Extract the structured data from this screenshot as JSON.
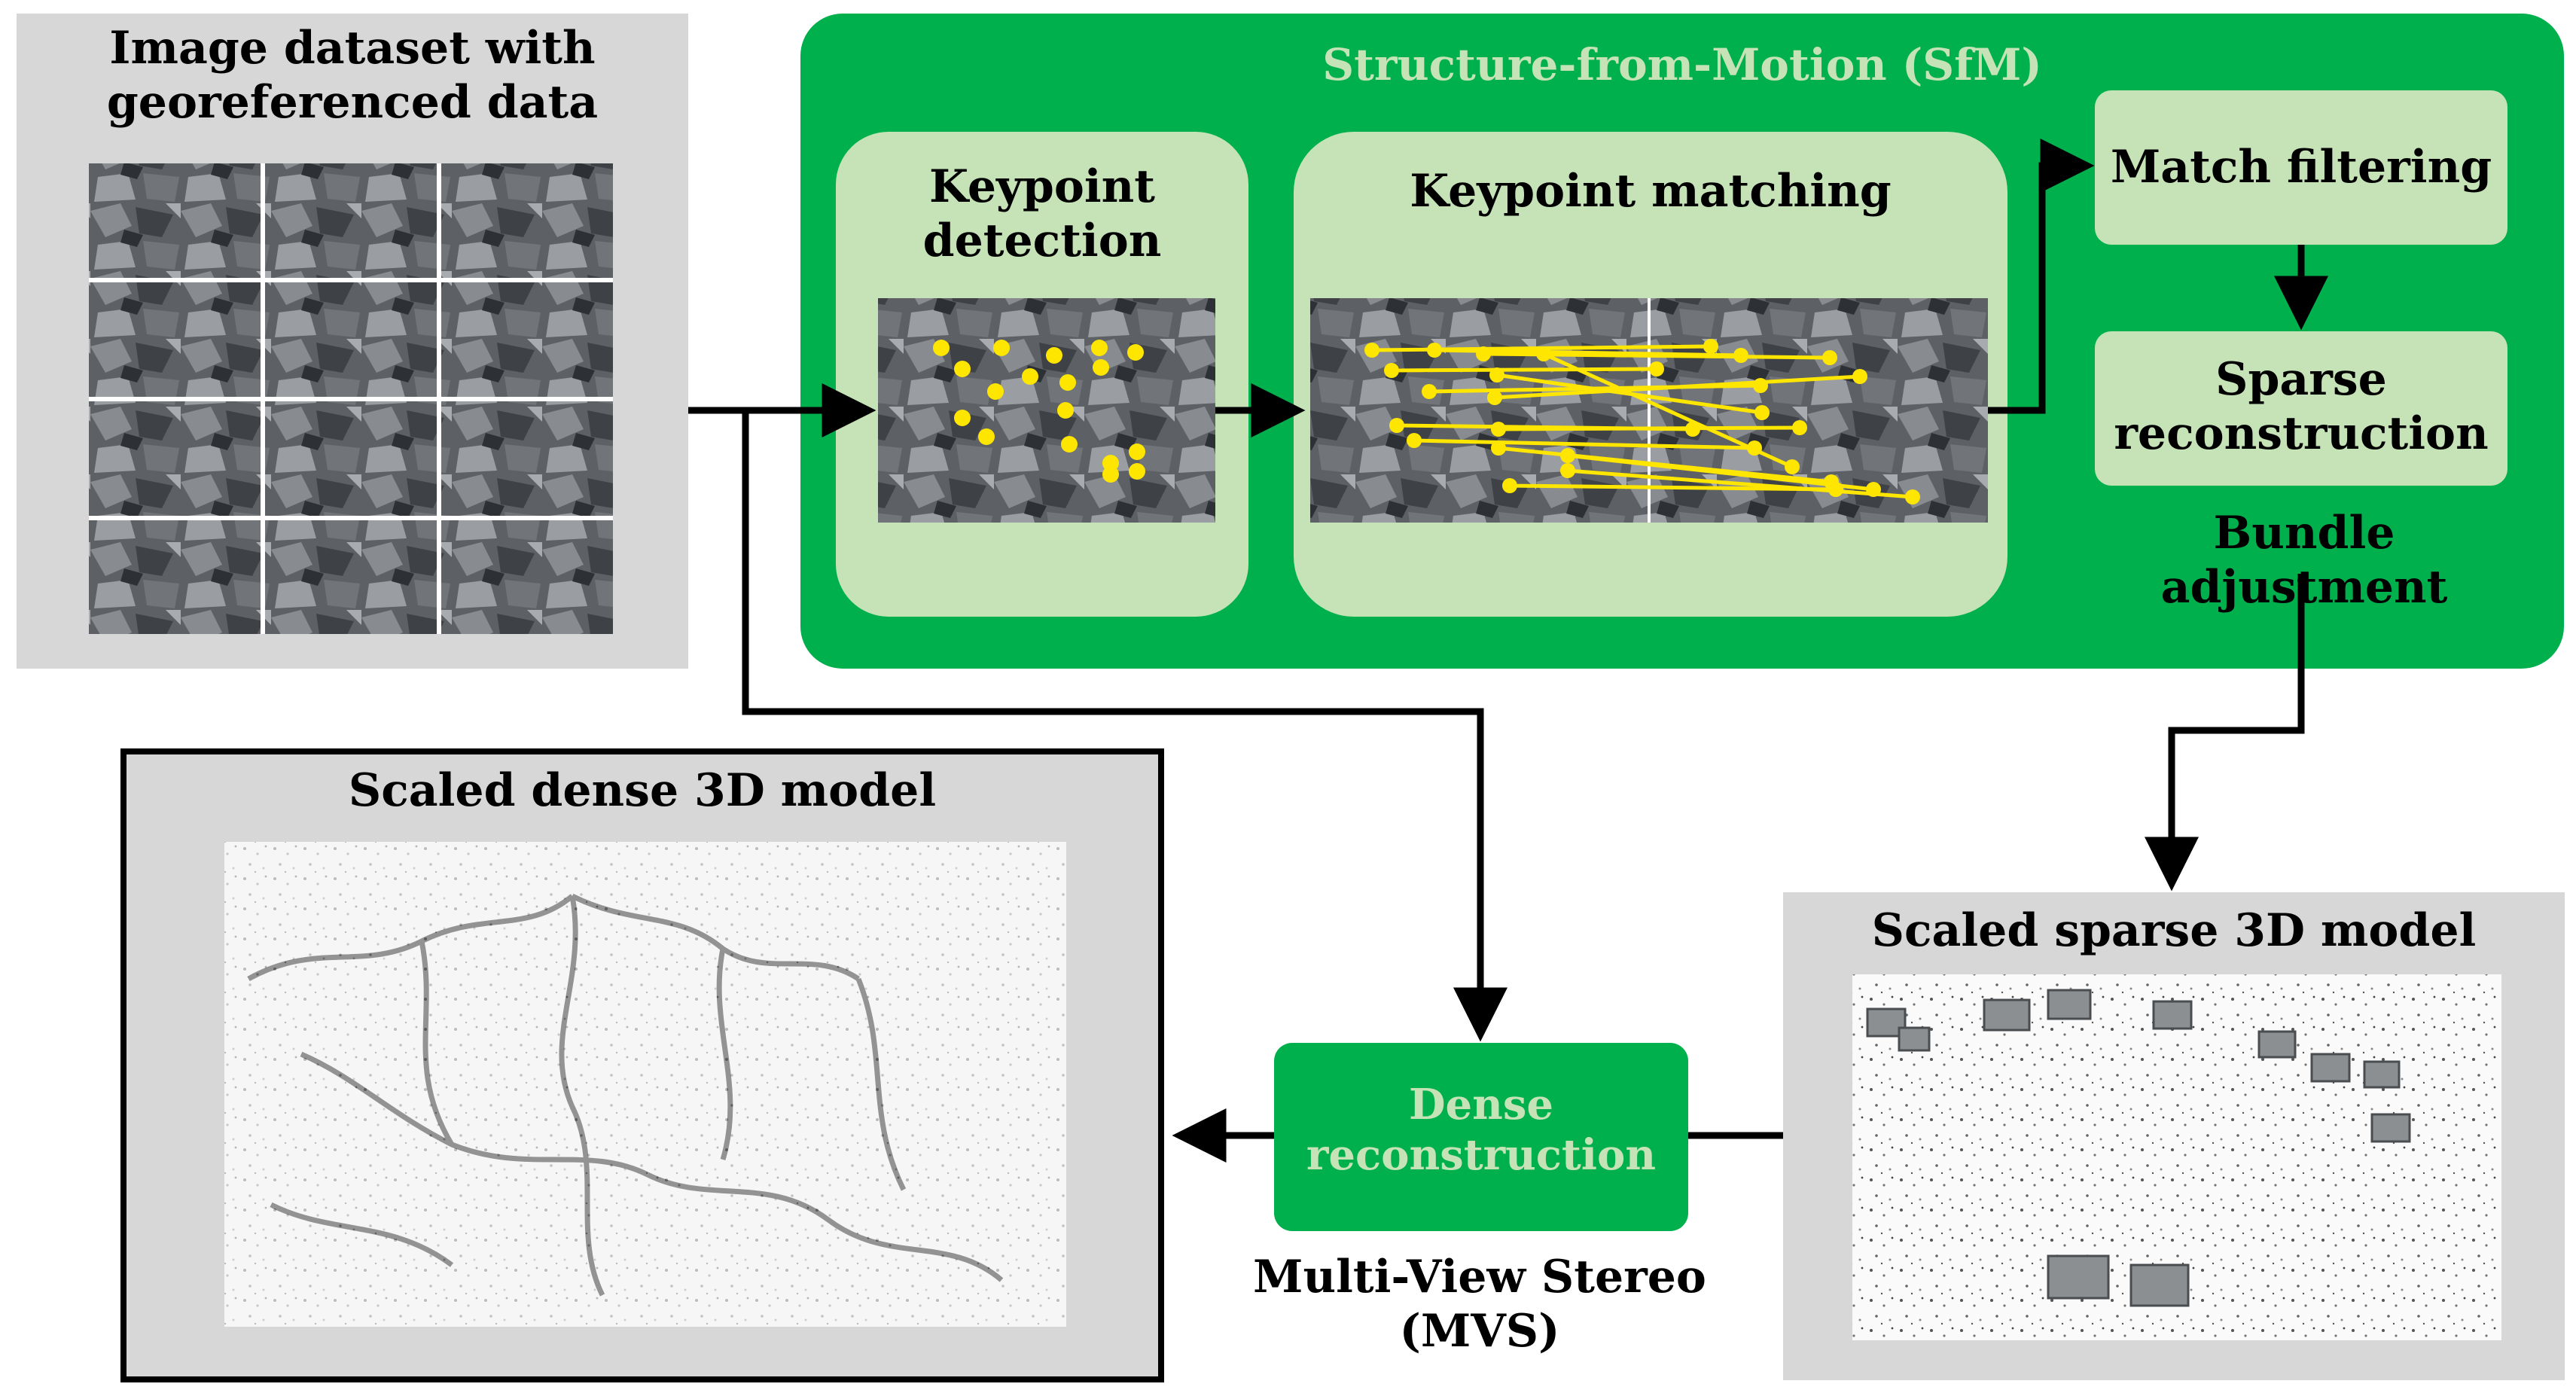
{
  "colors": {
    "sfm_panel": "#00b04c",
    "stage_box": "#c6e3b8",
    "mvs_box": "#00b04c",
    "gray_panel": "#d7d7d7",
    "arrow": "#000000",
    "keypoint": "#ffe600",
    "match_line": "#ffe600"
  },
  "input_panel": {
    "title_line1": "Image dataset with",
    "title_line2": "georeferenced data"
  },
  "sfm": {
    "title": "Structure-from-Motion (SfM)",
    "keypoint_detection": {
      "line1": "Keypoint",
      "line2": "detection"
    },
    "keypoint_matching": {
      "label": "Keypoint matching"
    },
    "match_filtering": {
      "label": "Match filtering"
    },
    "sparse_reconstruction": {
      "line1": "Sparse",
      "line2": "reconstruction"
    },
    "bundle_adjustment": "Bundle adjustment"
  },
  "mvs": {
    "dense_reconstruction": {
      "line1": "Dense",
      "line2": "reconstruction"
    },
    "caption_line1": "Multi-View Stereo",
    "caption_line2": "(MVS)"
  },
  "dense_model": {
    "title": "Scaled dense 3D model"
  },
  "sparse_model": {
    "title": "Scaled sparse 3D model"
  },
  "icons": {
    "photo": "rock-photo",
    "point_cloud": "point-cloud"
  }
}
